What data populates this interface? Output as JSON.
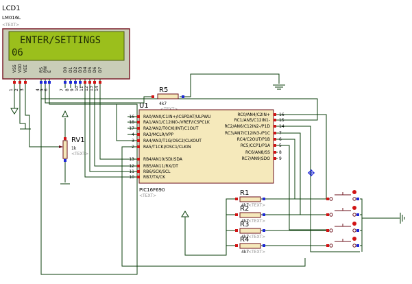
{
  "lcd": {
    "ref": "LCD1",
    "model": "LM016L",
    "text_tag": "<TEXT>",
    "line1": "ENTER/SETTINGS",
    "line2": "06",
    "pin_names": [
      "VSS",
      "VDD",
      "VEE",
      "RS",
      "RW",
      "E",
      "D0",
      "D1",
      "D2",
      "D3",
      "D4",
      "D5",
      "D6",
      "D7"
    ],
    "pin_numbers": [
      "1",
      "2",
      "3",
      "4",
      "5",
      "6",
      "7",
      "8",
      "9",
      "10",
      "11",
      "12",
      "13",
      "14"
    ]
  },
  "mcu": {
    "ref": "U1",
    "model": "PIC16F690",
    "text_tag": "<TEXT>",
    "left_pins": [
      {
        "num": "16",
        "label": "RA0/AN0/C1IN+/ICSPDAT/ULPWU"
      },
      {
        "num": "18",
        "label": "RA1/AN1/C12IN0-/VREF/ICSPCLK"
      },
      {
        "num": "17",
        "label": "RA2/AN2/T0CKI/INT/C1OUT"
      },
      {
        "num": "4",
        "label": "RA3/MCLR/VPP"
      },
      {
        "num": "3",
        "label": "RA4/AN3/T1G/OSC2/CLKOUT"
      },
      {
        "num": "2",
        "label": "RA5/T1CKI/OSC1/CLKIN"
      },
      {
        "num": "13",
        "label": "RB4/AN10/SDI/SDA"
      },
      {
        "num": "12",
        "label": "RB5/AN11/RX/DT"
      },
      {
        "num": "11",
        "label": "RB6/SCK/SCL"
      },
      {
        "num": "10",
        "label": "RB7/TX/CK"
      }
    ],
    "right_pins": [
      {
        "num": "16",
        "label": "RC0/AN4/C2IN+"
      },
      {
        "num": "15",
        "label": "RC1/AN5/C12IN1-"
      },
      {
        "num": "14",
        "label": "RC2/AN6/C12IN2-/P1D"
      },
      {
        "num": "7",
        "label": "RC3/AN7/C12IN3-/P1C"
      },
      {
        "num": "6",
        "label": "RC4/C2OUT/P1B"
      },
      {
        "num": "5",
        "label": "RC5/CCP1/P1A"
      },
      {
        "num": "8",
        "label": "RC6/AN8/SS"
      },
      {
        "num": "9",
        "label": "RC7/AN9/SDO"
      }
    ]
  },
  "r5": {
    "ref": "R5",
    "value": "4k7",
    "text_tag": "<TEXT>"
  },
  "rv1": {
    "ref": "RV1",
    "value": "1k",
    "text_tag": "<TEXT>"
  },
  "resistors": [
    {
      "ref": "R1",
      "value": "4k7",
      "text_tag": "<TEXT>"
    },
    {
      "ref": "R2",
      "value": "4k7",
      "text_tag": "<TEXT>"
    },
    {
      "ref": "R3",
      "value": "4k7",
      "text_tag": "<TEXT>"
    },
    {
      "ref": "R4",
      "value": "4k7",
      "text_tag": "<TEXT>"
    }
  ],
  "colors": {
    "lcd_frame": "#7b1f2a",
    "lcd_bezel": "#c9cdb8",
    "lcd_screen": "#9bbf1c",
    "body_fill": "#f5e9bb",
    "body_stroke": "#7b1f2a",
    "wire": "#0a3d0a",
    "pin_red": "#d11414",
    "pin_blue": "#1e28d6",
    "component": "#6b0f1a"
  }
}
